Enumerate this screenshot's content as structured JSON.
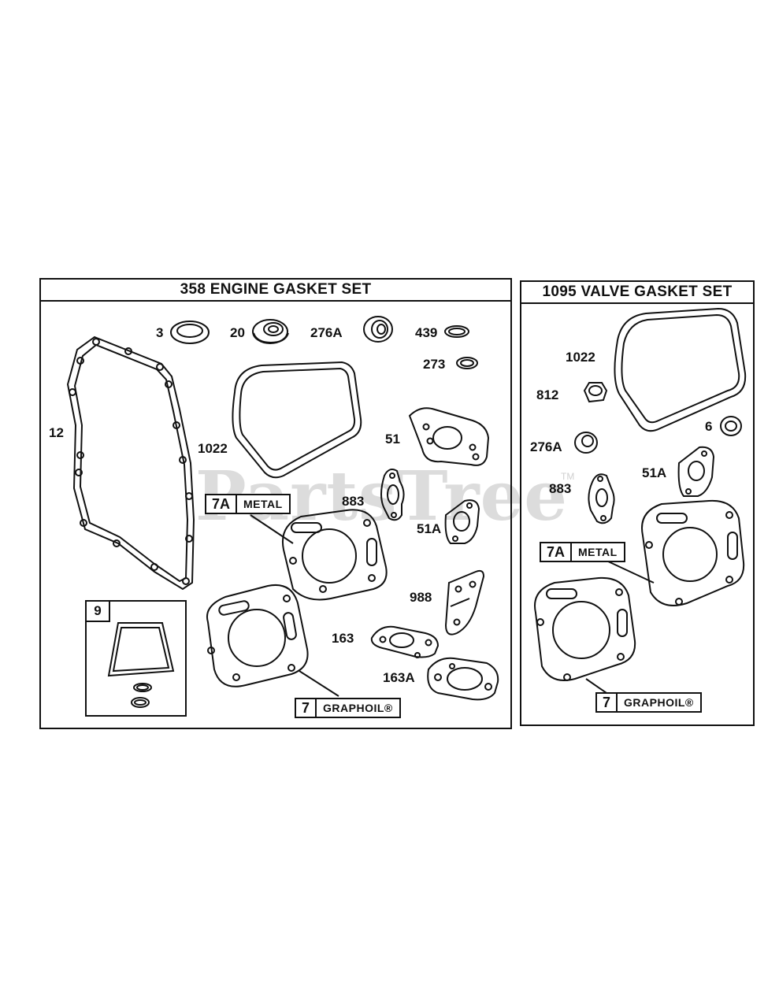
{
  "watermark": {
    "text": "PartsTree",
    "tm": "TM"
  },
  "engine_set": {
    "title": "358  ENGINE GASKET SET",
    "callouts": {
      "c3": "3",
      "c20": "20",
      "c276a": "276A",
      "c439": "439",
      "c273": "273",
      "c12": "12",
      "c1022": "1022",
      "c51": "51",
      "c883": "883",
      "c51a": "51A",
      "c988": "988",
      "c163": "163",
      "c163a": "163A"
    },
    "inset_number": "9",
    "metal_label": {
      "num": "7A",
      "text": "METAL"
    },
    "graphoil_label": {
      "num": "7",
      "text": "GRAPHOIL®"
    }
  },
  "valve_set": {
    "title": "1095 VALVE GASKET SET",
    "callouts": {
      "c1022": "1022",
      "c812": "812",
      "c6": "6",
      "c276a": "276A",
      "c51a": "51A",
      "c883": "883"
    },
    "metal_label": {
      "num": "7A",
      "text": "METAL"
    },
    "graphoil_label": {
      "num": "7",
      "text": "GRAPHOIL®"
    }
  }
}
